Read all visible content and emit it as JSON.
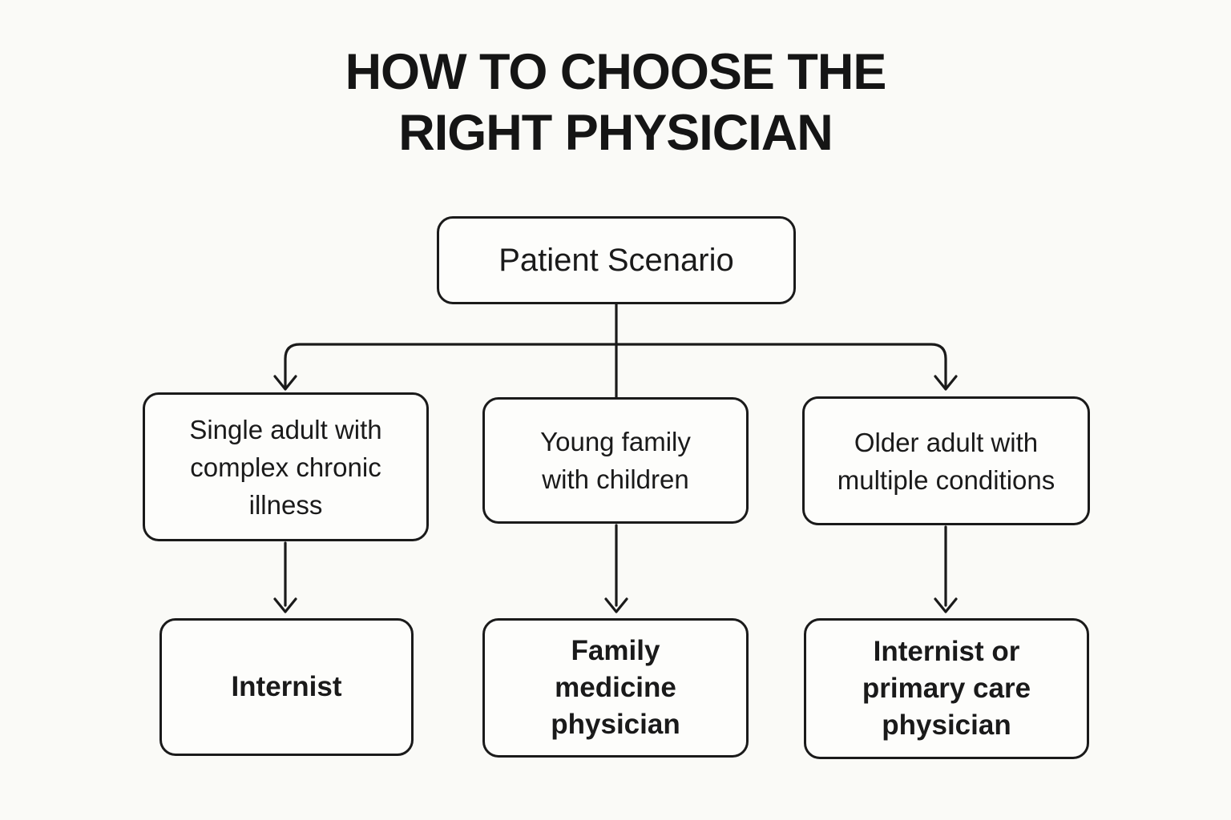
{
  "title": {
    "line1": "HOW TO CHOOSE THE",
    "line2": "RIGHT PHYSICIAN"
  },
  "flowchart": {
    "root": {
      "label": "Patient Scenario"
    },
    "branches": [
      {
        "scenario": "Single adult with\ncomplex chronic\nillness",
        "outcome": "Internist"
      },
      {
        "scenario": "Young family\nwith children",
        "outcome": "Family\nmedicine\nphysician"
      },
      {
        "scenario": "Older adult with\nmultiple conditions",
        "outcome": "Internist or\nprimary care\nphysician"
      }
    ]
  },
  "colors": {
    "background": "#FAFAF7",
    "node_fill": "#FDFDFB",
    "stroke": "#1A1A1A",
    "text": "#1A1A1A"
  }
}
